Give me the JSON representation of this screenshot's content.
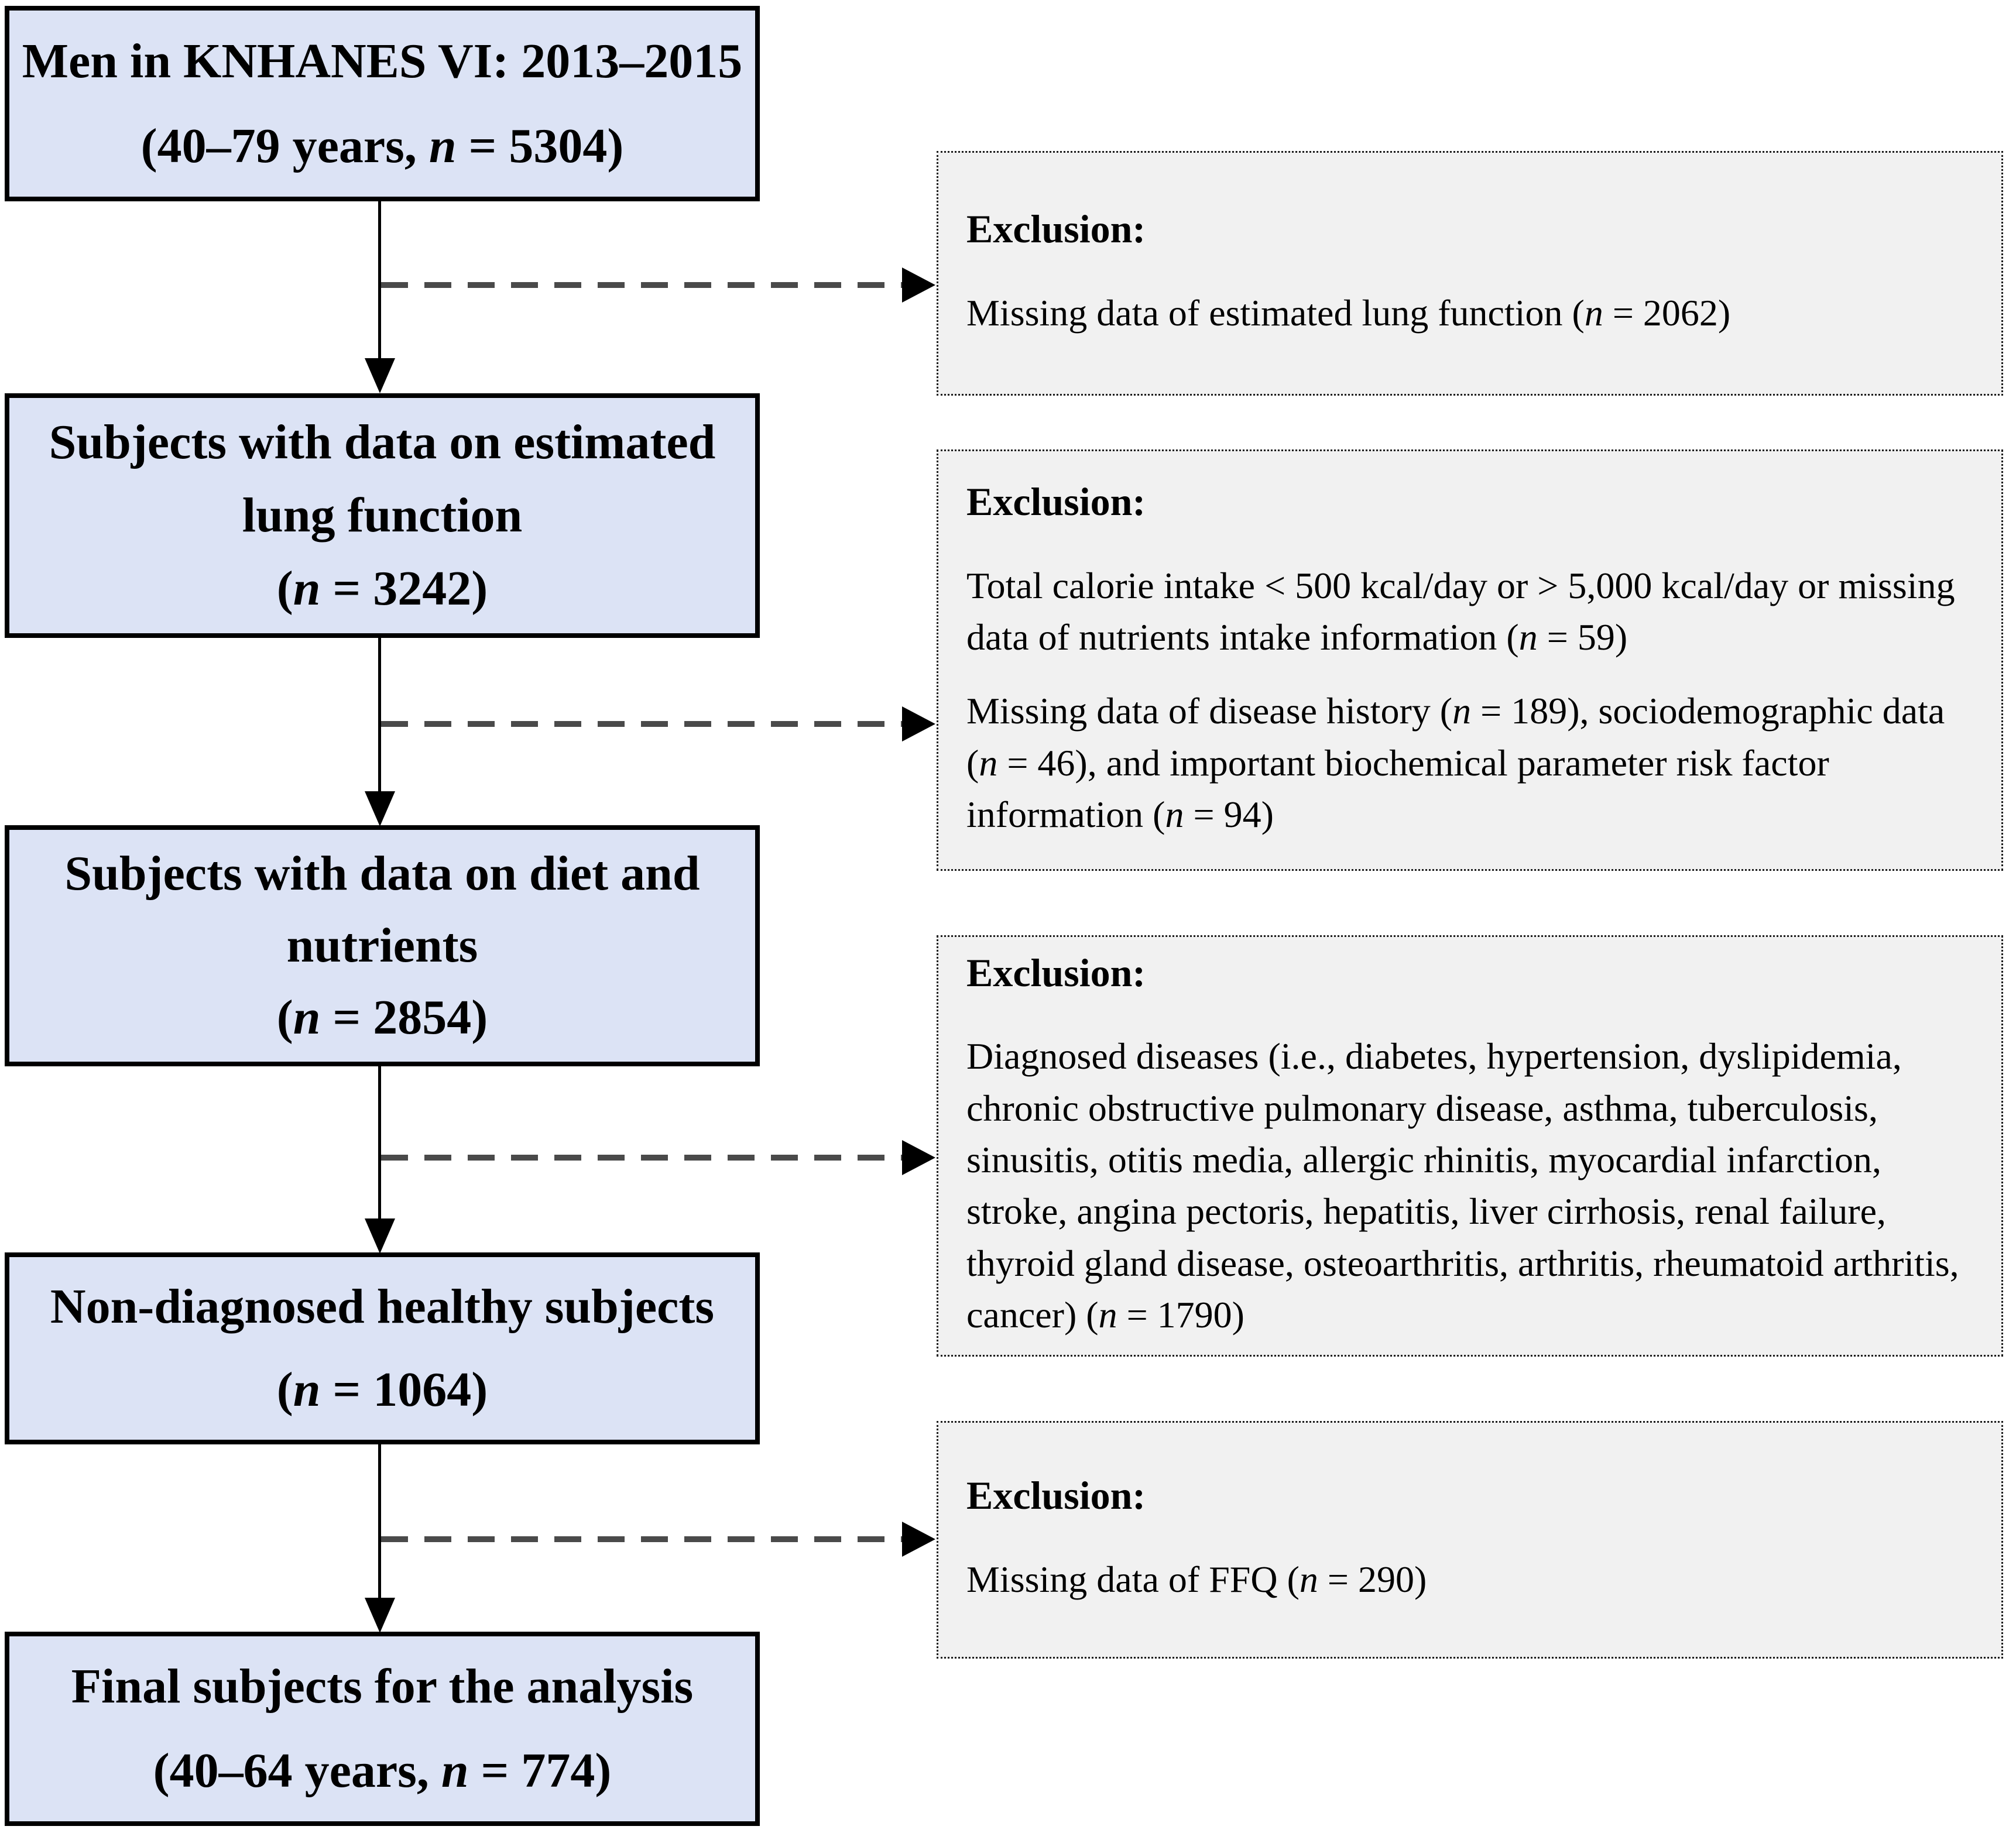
{
  "colors": {
    "flow_box_fill": "#dce3f5",
    "flow_box_border": "#000000",
    "exclusion_box_fill": "#f1f1f1",
    "exclusion_box_border": "#1a1a1a",
    "arrow_color": "#000000",
    "dashed_arrow_color": "#4a4a4a",
    "text_color": "#000000",
    "background": "#ffffff"
  },
  "flow_boxes": [
    {
      "name": "population",
      "lines": [
        "Men in KNHANES VI: 2013–2015",
        "(40–79 years, n = 5304)"
      ]
    },
    {
      "name": "lung-function-data",
      "lines": [
        "Subjects with data on estimated",
        "lung function",
        "(n = 3242)"
      ]
    },
    {
      "name": "diet-nutrients-data",
      "lines": [
        "Subjects with data on diet and",
        "nutrients",
        "(n = 2854)"
      ]
    },
    {
      "name": "healthy-subjects",
      "lines": [
        "Non-diagnosed healthy subjects",
        "(n = 1064)"
      ]
    },
    {
      "name": "final-subjects",
      "lines": [
        "Final subjects for the analysis",
        "(40–64 years, n = 774)"
      ]
    }
  ],
  "exclusion_boxes": [
    {
      "title": "Exclusion:",
      "paragraphs": [
        "Missing data of estimated lung function (n = 2062)"
      ]
    },
    {
      "title": "Exclusion:",
      "paragraphs": [
        "Total calorie intake < 500 kcal/day or > 5,000 kcal/day or missing data of nutrients intake information (n = 59)",
        "Missing data of disease history (n = 189), sociodemographic data (n = 46), and important biochemical parameter risk factor information (n = 94)"
      ]
    },
    {
      "title": "Exclusion:",
      "paragraphs": [
        "Diagnosed diseases (i.e., diabetes, hypertension, dyslipidemia, chronic obstructive pulmonary disease, asthma, tuberculosis, sinusitis, otitis media, allergic rhinitis, myocardial  infarction, stroke,  angina pectoris, hepatitis, liver cirrhosis, renal failure, thyroid gland disease, osteoarthritis, arthritis,  rheumatoid arthritis, cancer) (n = 1790)"
      ]
    },
    {
      "title": "Exclusion:",
      "paragraphs": [
        "Missing data of FFQ (n = 290)"
      ]
    }
  ]
}
